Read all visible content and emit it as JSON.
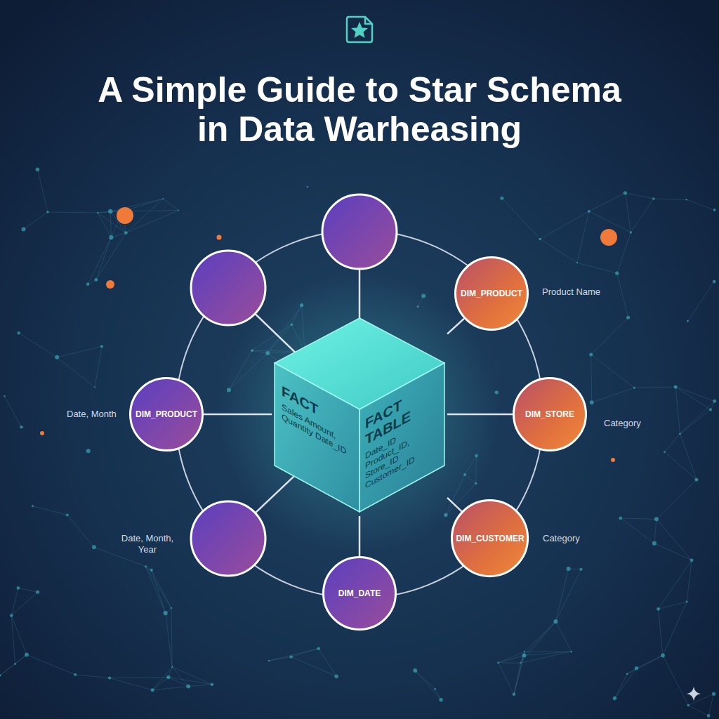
{
  "diagram": {
    "title": "A Simple Guide to Star Schema in Data Warheasing",
    "nodes": [
      {
        "text": [
          "DIM_PRODUCT"
        ]
      },
      {
        "text": [
          "DIM_PRODUCT"
        ]
      },
      {
        "text": [
          "FACT",
          "Sales Amount, Quantity Date_ID",
          "FACT TABLE",
          "Date_ID Product_ID, Store_ID Customer_ID"
        ]
      },
      {
        "text": [
          "DIM_STORE"
        ]
      },
      {
        "text": [
          "DIM_CUSTOMER"
        ]
      },
      {
        "text": [
          "DIM_DATE"
        ]
      }
    ],
    "edges": [
      {
        "from": 2,
        "to": 0,
        "arrow": "none"
      },
      {
        "from": 2,
        "to": 1,
        "arrow": "none"
      },
      {
        "from": 2,
        "to": 3,
        "arrow": "none"
      },
      {
        "from": 2,
        "to": 4,
        "arrow": "none"
      },
      {
        "from": 2,
        "to": 5,
        "arrow": "none"
      }
    ],
    "labels": [
      "Product Name",
      "Date, Month",
      "Category",
      "Date, Month, Year",
      "Category"
    ]
  }
}
